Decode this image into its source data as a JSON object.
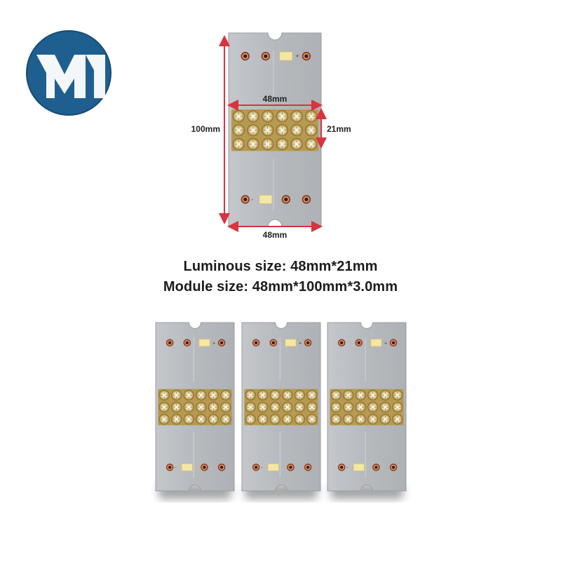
{
  "brand": {
    "logo_text": "YM"
  },
  "dimensions": {
    "width_top": "48mm",
    "height_luminous": "21mm",
    "height_module": "100mm",
    "width_bottom": "48mm"
  },
  "captions": {
    "luminous": "Luminous size: 48mm*21mm",
    "module": "Module size: 48mm*100mm*3.0mm"
  },
  "pcb": {
    "pad_plus": "+",
    "pad_minus": "-",
    "led_rows": 3,
    "led_cols": 6,
    "module_count": 3
  },
  "colors": {
    "board": "#b8bbbf",
    "board_edge": "#9a9ea3",
    "dimension_line": "#d8333f",
    "logo_blue": "#1f5f8f",
    "gold_pad": "#f3e7a6",
    "led_gold": "#c9a64a",
    "copper_ring": "#8a3a1c"
  }
}
